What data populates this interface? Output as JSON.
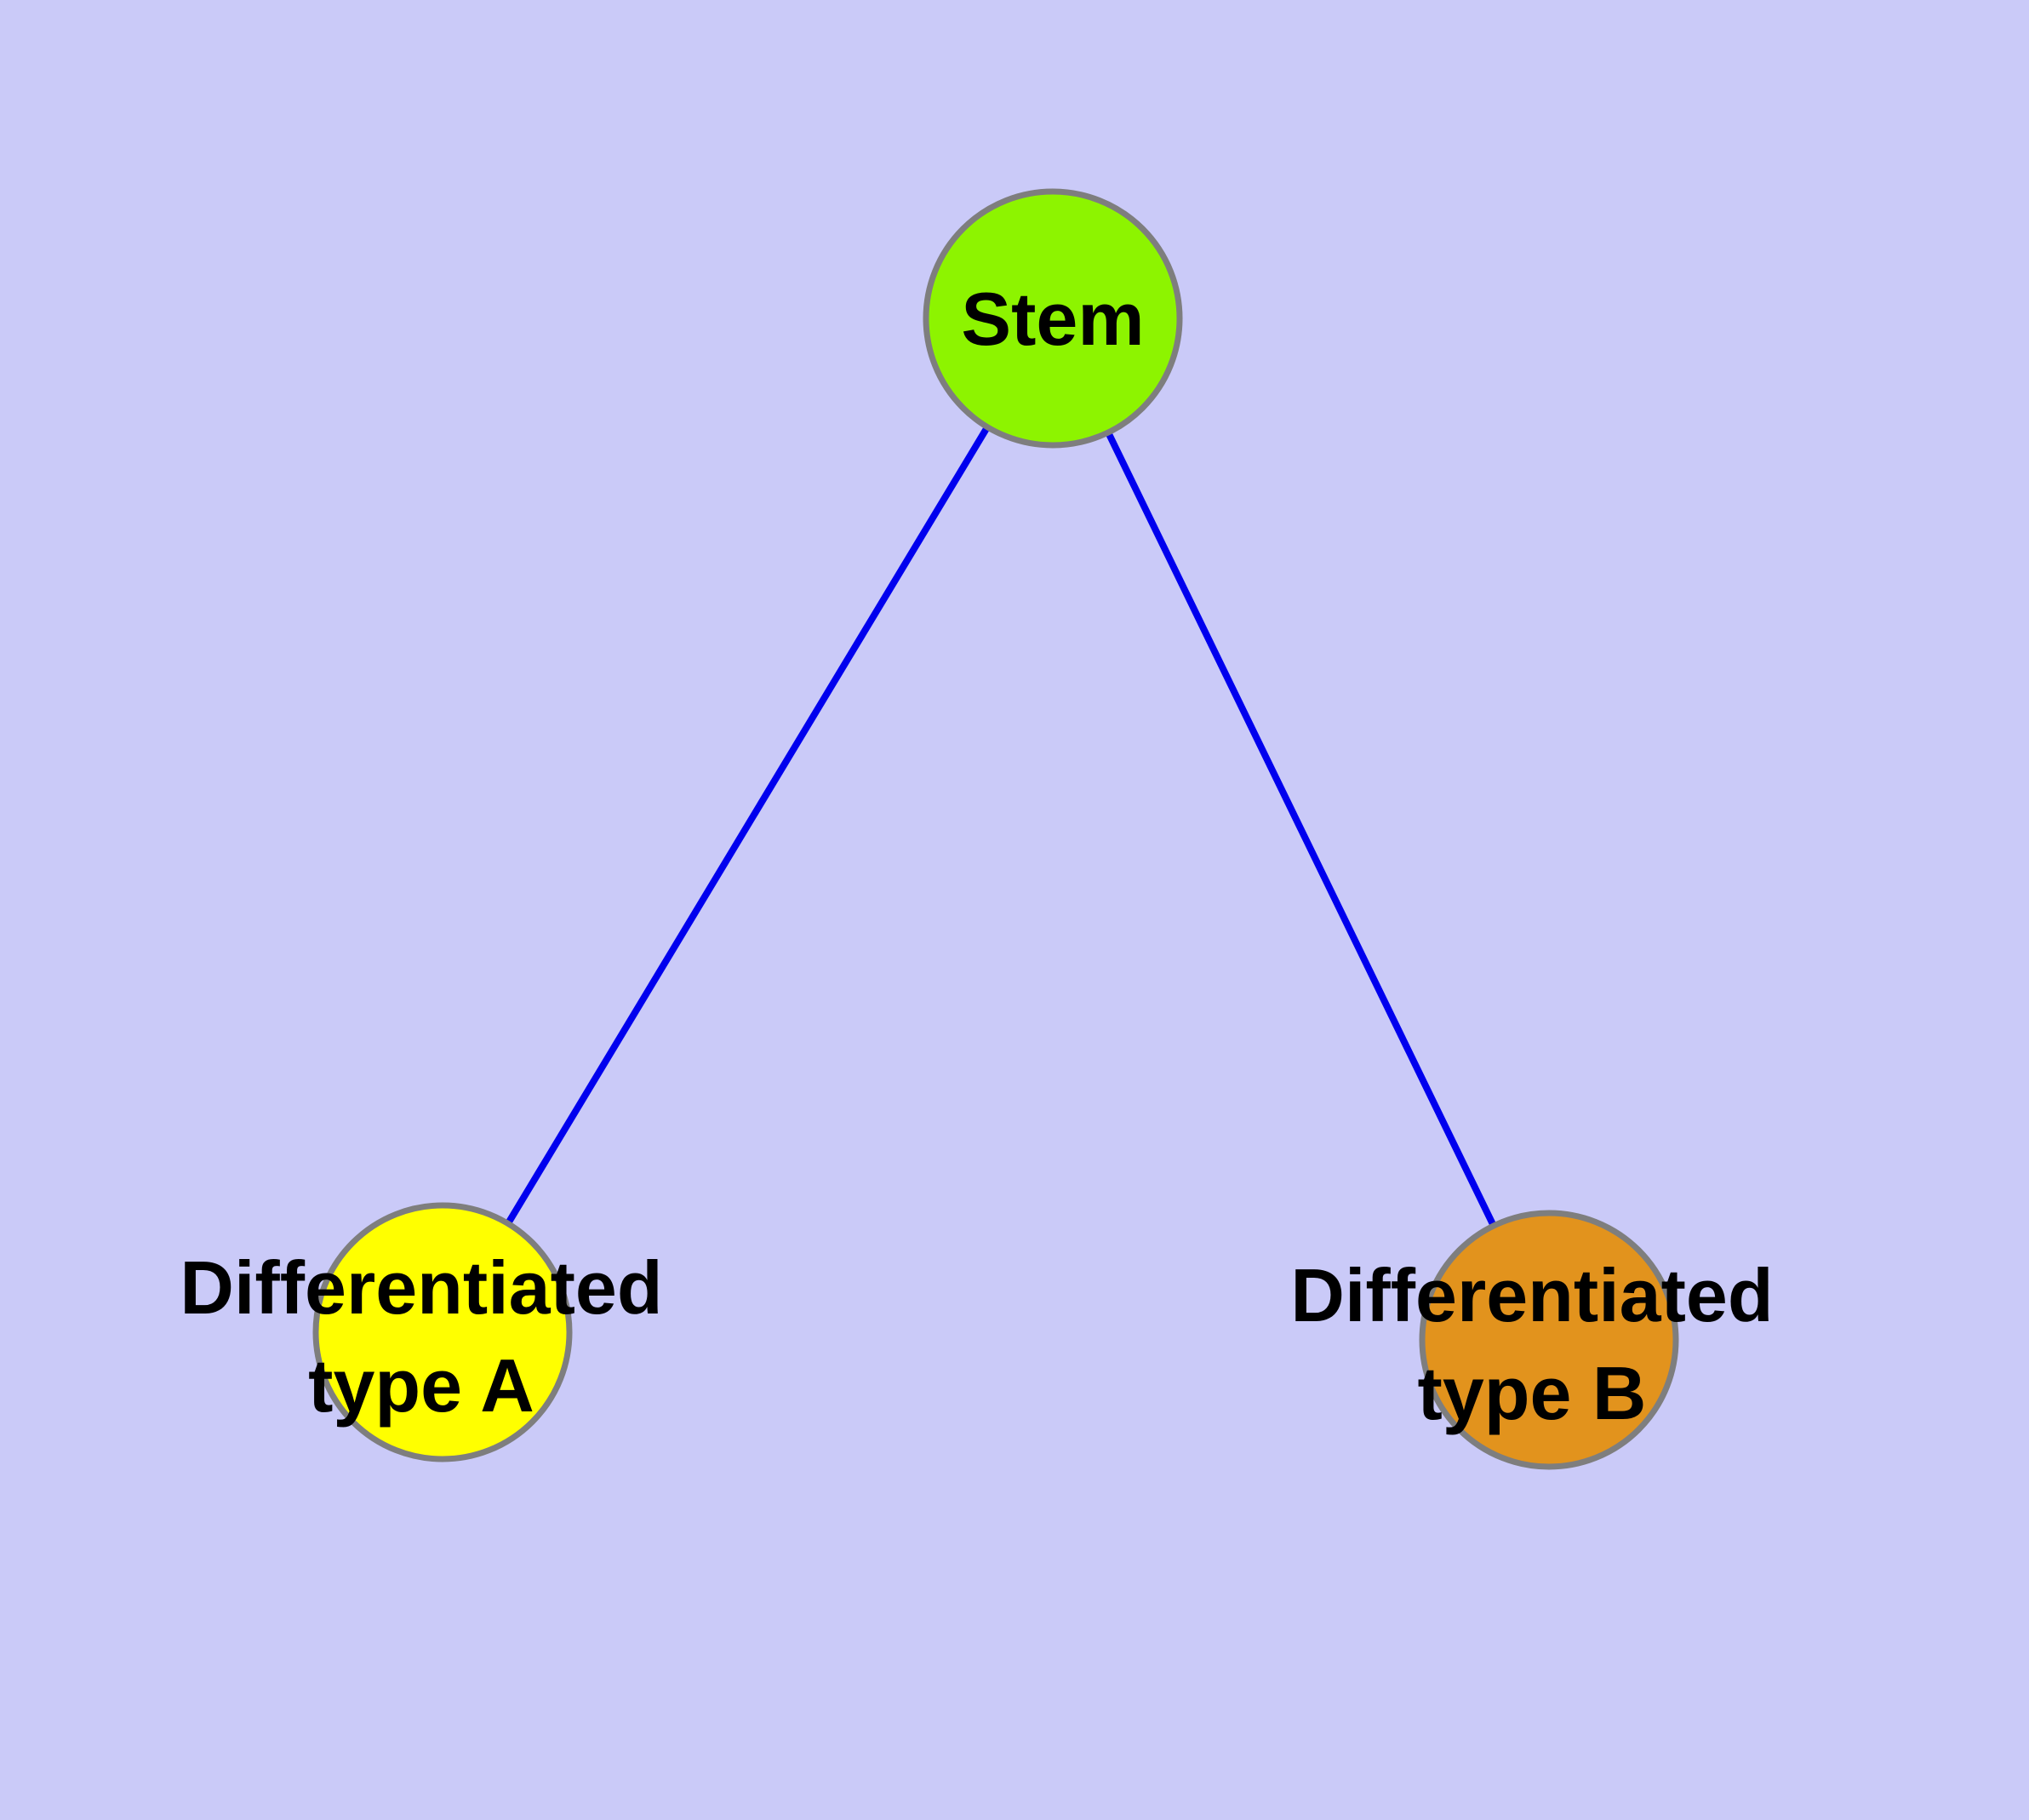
{
  "diagram": {
    "background_color": "#cacaf8",
    "edge_color": "#0000ee",
    "node_border_color": "#7e7e7e",
    "text_color": "#000000",
    "nodes": {
      "stem": {
        "label": "Stem",
        "fill": "#8df400"
      },
      "type_a": {
        "label": "Differentiated type A",
        "label_lines": [
          "Differentiated",
          "type A"
        ],
        "fill": "#ffff00"
      },
      "type_b": {
        "label": "Differentiated type B",
        "label_lines": [
          "Differentiated",
          "type B"
        ],
        "fill": "#e2931d"
      }
    },
    "edges": [
      {
        "from": "Stem",
        "to": "Differentiated type A"
      },
      {
        "from": "Stem",
        "to": "Differentiated type B"
      }
    ]
  }
}
